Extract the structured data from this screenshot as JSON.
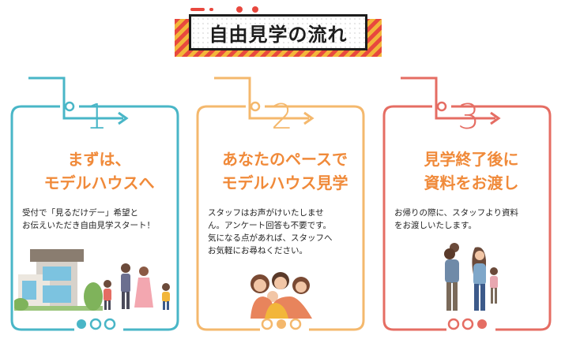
{
  "banner": {
    "title": "自由見学の流れ"
  },
  "colors": {
    "step1": "#49b6c7",
    "step2": "#f4b86d",
    "step3": "#e56d63",
    "heading": "#f08a3a",
    "bannerRed": "#e8483e",
    "bannerYellow": "#f2b63a"
  },
  "steps": [
    {
      "number": "1",
      "heading_line1": "まずは、",
      "heading_line2": "モデルハウスへ",
      "body_line1": "受付で「見るだけデー」希望と",
      "body_line2": "お伝えいただき自由見学スタート！",
      "illustration": "house-and-family-illustration"
    },
    {
      "number": "2",
      "heading_line1": "あなたのペースで",
      "heading_line2": "モデルハウス見学",
      "body_line1": "スタッフはお声がけいたしませ",
      "body_line2": "ん。アンケート回答も不要です。",
      "body_line3": "気になる点があれば、スタッフへ",
      "body_line4": "お気軽にお尋ねください。",
      "illustration": "happy-family-illustration"
    },
    {
      "number": "3",
      "heading_line1": "見学終了後に",
      "heading_line2": "資料をお渡し",
      "body_line1": "お帰りの際に、スタッフより資料",
      "body_line2": "をお渡しいたします。",
      "illustration": "family-walking-illustration"
    }
  ]
}
